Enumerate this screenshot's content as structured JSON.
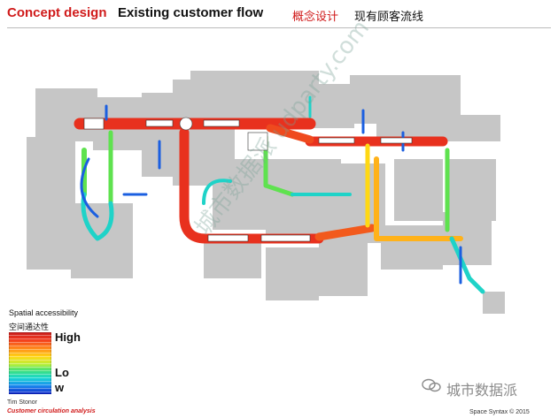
{
  "header": {
    "title_en_red": "Concept design",
    "title_en_black": "Existing customer flow",
    "title_cn_red": "概念设计",
    "title_cn_black": "现有顾客流线"
  },
  "legend": {
    "title": "Spatial accessibility",
    "title_cn": "空间通达性",
    "high_label": "High",
    "low_label_line1": "Lo",
    "low_label_line2": "w"
  },
  "footer": {
    "author": "Tim Stonor",
    "subtitle": "Customer circulation analysis",
    "credit": "Space Syntax © 2015"
  },
  "watermark": {
    "brand": "城市数据派",
    "diagonal_cn": "城市数据派",
    "diagonal_url": "udparty.com"
  },
  "colors": {
    "accent_red": "#d01a1a",
    "building_gray": "#c6c6c6",
    "high": "#e8311e",
    "mid_high": "#ffb21a",
    "mid": "#5fe24f",
    "mid_low": "#1fd3c8",
    "low": "#1b5fe0"
  }
}
